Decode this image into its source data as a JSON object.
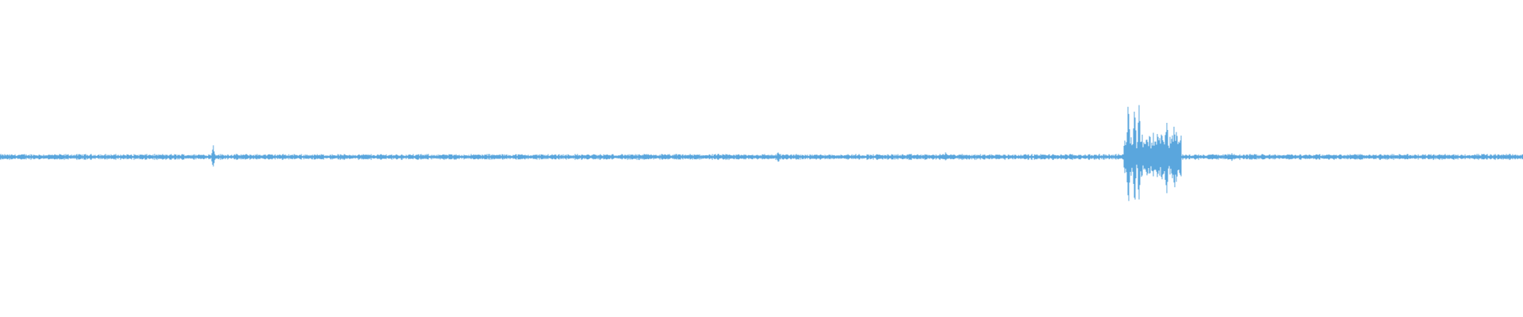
{
  "waveform": {
    "color": "#5aa6dd",
    "background": "#ffffff",
    "events": [
      {
        "t": 0.14,
        "amplitude": 0.12
      },
      {
        "t": 0.511,
        "amplitude": 0.06
      },
      {
        "t": 0.621,
        "amplitude": 0.045
      },
      {
        "t": 0.741,
        "amplitude": 0.62
      },
      {
        "t": 0.745,
        "amplitude": 0.52
      },
      {
        "t": 0.748,
        "amplitude": 0.52
      },
      {
        "t": 0.766,
        "amplitude": 0.42
      },
      {
        "t": 0.771,
        "amplitude": 0.35
      },
      {
        "t": 0.809,
        "amplitude": 0.04
      }
    ],
    "noise_floor": 0.018,
    "active_region": {
      "start": 0.738,
      "end": 0.776,
      "amplitude": 0.22
    }
  }
}
